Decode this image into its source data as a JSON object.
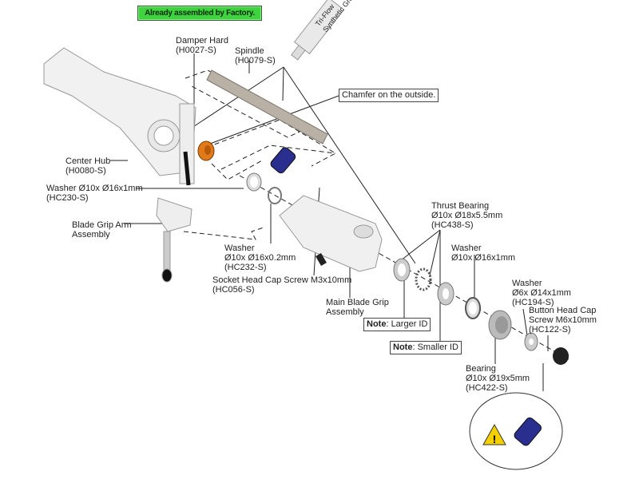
{
  "banner": "Already assembled by Factory.",
  "grease_tube": {
    "line1": "Tri-Flow",
    "line2": "Synthetic Grease"
  },
  "callouts": {
    "chamfer": "Chamfer on the outside.",
    "note_larger": {
      "bold": "Note",
      "text": ": Larger ID"
    },
    "note_smaller": {
      "bold": "Note",
      "text": ": Smaller ID"
    }
  },
  "parts": {
    "damper": {
      "name": "Damper Hard",
      "code": "(H0027-S)"
    },
    "spindle": {
      "name": "Spindle",
      "code": "(H0079-S)"
    },
    "center_hub": {
      "name": "Center Hub",
      "code": "(H0080-S)"
    },
    "washer_hc230": {
      "name": "Washer Ø10x Ø16x1mm",
      "code": "(HC230-S)"
    },
    "blade_grip_arm": {
      "name": "Blade Grip Arm",
      "name2": "Assembly"
    },
    "washer_hc232": {
      "name": "Washer",
      "size": "Ø10x Ø16x0.2mm",
      "code": "(HC232-S)"
    },
    "socket_screw": {
      "name": "Socket Head Cap Screw M3x10mm",
      "code": "(HC056-S)"
    },
    "main_blade_grip": {
      "name": "Main Blade Grip",
      "name2": "Assembly"
    },
    "thrust_bearing": {
      "name": "Thrust Bearing",
      "size": "Ø10x Ø18x5.5mm",
      "code": "(HC438-S)"
    },
    "washer_right": {
      "name": "Washer",
      "size": "Ø10x Ø16x1mm"
    },
    "washer_hc194": {
      "name": "Washer",
      "size": "Ø6x Ø14x1mm",
      "code": "(HC194-S)"
    },
    "button_screw": {
      "name": "Button Head Cap",
      "name2": "Screw M6x10mm",
      "code": "(HC122-S)"
    },
    "bearing": {
      "name": "Bearing",
      "size": "Ø10x Ø19x5mm",
      "code": "(HC422-S)"
    }
  },
  "colors": {
    "banner": "#3fd43f",
    "damper": "#e07a1a",
    "threadlock": "#2a2f8f",
    "warning": "#f5d000"
  },
  "icons": [
    "warning-icon",
    "threadlock-bottle-icon",
    "grease-tube-icon"
  ]
}
